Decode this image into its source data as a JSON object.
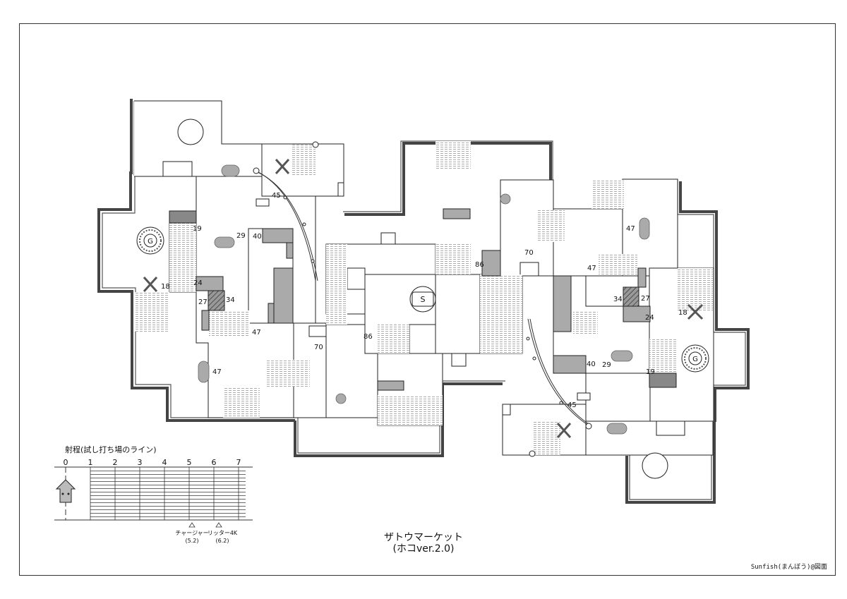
{
  "map": {
    "title": "ザトウマーケット",
    "subtitle": "(ホコver.2.0)",
    "credit": "Sunfish(まんぼう)@図面"
  },
  "markers": {
    "spawn_label": "G",
    "center_label": "S"
  },
  "heights": {
    "left": [
      "45",
      "19",
      "29",
      "40",
      "18",
      "24",
      "27",
      "34",
      "47",
      "70",
      "86",
      "47"
    ],
    "right": [
      "47",
      "70",
      "86",
      "47",
      "34",
      "27",
      "24",
      "18",
      "29",
      "40",
      "19",
      "45"
    ]
  },
  "range_legend": {
    "title": "射程(試し打ち場のライン)",
    "ticks": [
      "0",
      "1",
      "2",
      "3",
      "4",
      "5",
      "6",
      "7"
    ],
    "weapons": [
      {
        "name": "チャージャー",
        "range": "(5.2)"
      },
      {
        "name": "リッター4K",
        "range": "(6.2)"
      }
    ]
  }
}
